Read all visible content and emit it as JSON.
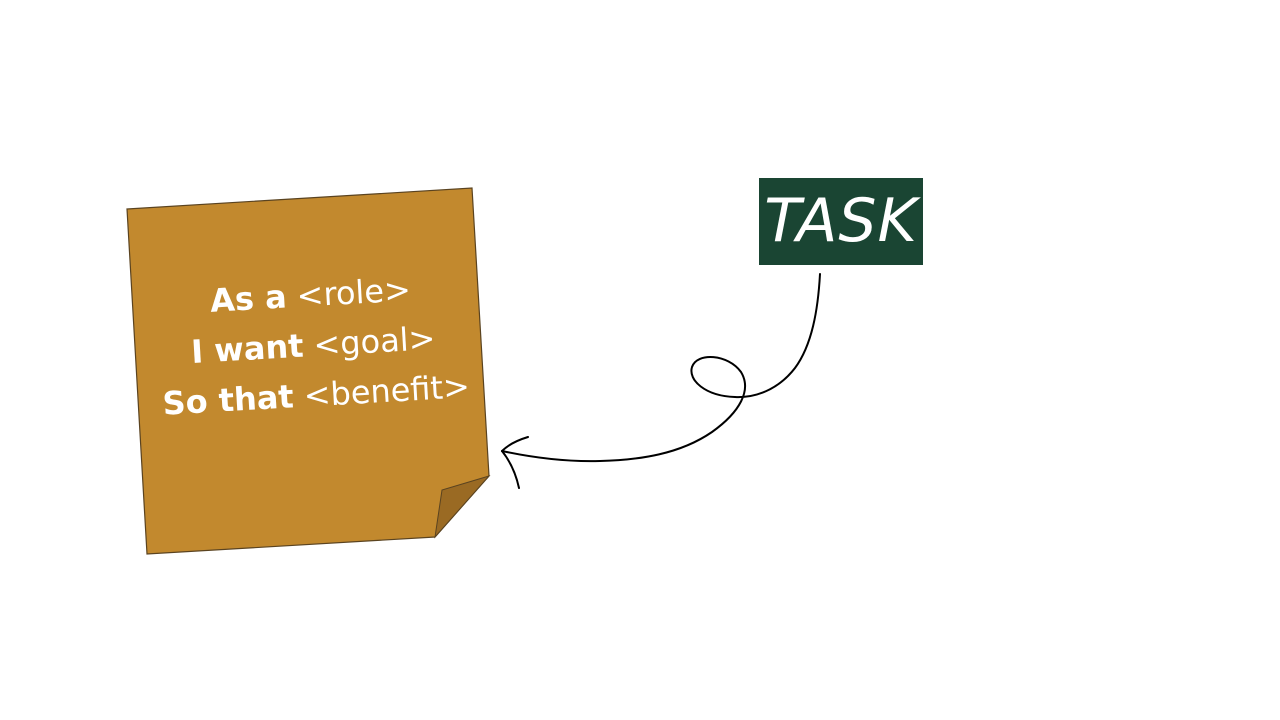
{
  "sticky_note": {
    "line1": {
      "keyword": "As a",
      "placeholder": "<role>"
    },
    "line2": {
      "keyword": "I want",
      "placeholder": "<goal>"
    },
    "line3": {
      "keyword": "So that",
      "placeholder": "<benefit>"
    },
    "colors": {
      "paper": "#c2892e",
      "fold": "#9a6a23",
      "border": "#5a4320",
      "text": "#ffffff"
    }
  },
  "task_label": {
    "text": "TASK",
    "colors": {
      "background": "#1a4533",
      "text": "#ffffff"
    }
  },
  "connector": {
    "kind": "hand-drawn-arrow-with-loop",
    "color": "#000000"
  }
}
